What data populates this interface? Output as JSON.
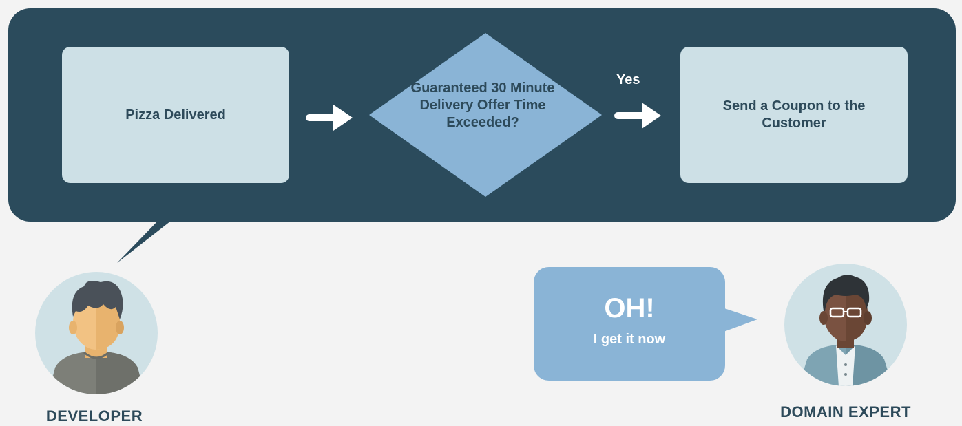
{
  "flow": {
    "start_label": "Pizza Delivered",
    "decision_label": "Guaranteed 30 Minute Delivery Offer Time Exceeded?",
    "branch_label": "Yes",
    "action_label": "Send a Coupon to the Customer"
  },
  "speech": {
    "exclamation": "OH!",
    "message": "I get it now"
  },
  "roles": {
    "developer": "DEVELOPER",
    "domain_expert": "DOMAIN EXPERT"
  },
  "colors": {
    "background": "#f3f3f3",
    "panel": "#2b4b5c",
    "box": "#cde0e6",
    "decision": "#8ab4d6",
    "text": "#2d4a5a",
    "speech_bubble": "#8ab4d6"
  },
  "icons": [
    "arrow-right-icon",
    "developer-avatar",
    "domain-expert-avatar",
    "speech-bubble-tail"
  ]
}
